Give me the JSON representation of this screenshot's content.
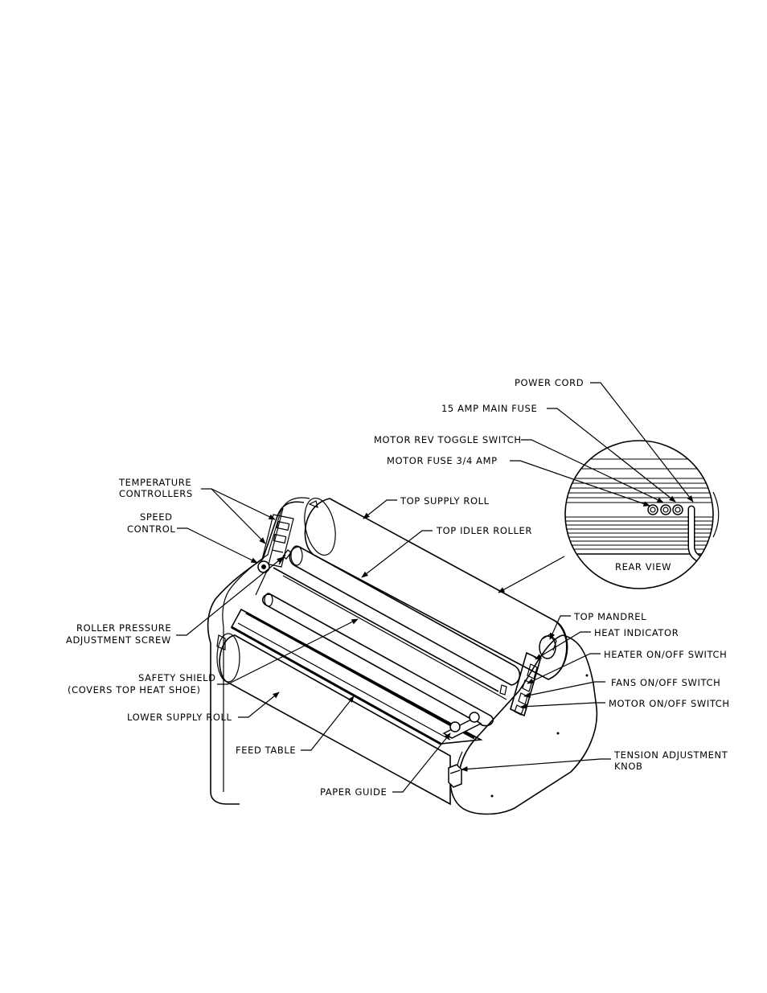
{
  "labels": {
    "power_cord": "POWER CORD",
    "main_fuse": "15 AMP MAIN FUSE",
    "motor_rev_toggle": "MOTOR REV TOGGLE SWITCH",
    "motor_fuse": "MOTOR FUSE 3/4 AMP",
    "temperature_controllers_1": "TEMPERATURE",
    "temperature_controllers_2": "CONTROLLERS",
    "speed_control_1": "SPEED",
    "speed_control_2": "CONTROL",
    "top_supply_roll": "TOP SUPPLY ROLL",
    "top_idler_roller": "TOP IDLER ROLLER",
    "rear_view": "REAR VIEW",
    "roller_pressure_1": "ROLLER PRESSURE",
    "roller_pressure_2": "ADJUSTMENT SCREW",
    "top_mandrel": "TOP MANDREL",
    "heat_indicator": "HEAT INDICATOR",
    "heater_switch": "HEATER ON/OFF SWITCH",
    "safety_shield_1": "SAFETY SHIELD",
    "safety_shield_2": "(COVERS TOP HEAT SHOE)",
    "fans_switch": "FANS ON/OFF SWITCH",
    "motor_switch": "MOTOR ON/OFF SWITCH",
    "lower_supply_roll": "LOWER SUPPLY ROLL",
    "feed_table": "FEED TABLE",
    "tension_knob_1": "TENSION ADJUSTMENT",
    "tension_knob_2": "KNOB",
    "paper_guide": "PAPER GUIDE"
  }
}
